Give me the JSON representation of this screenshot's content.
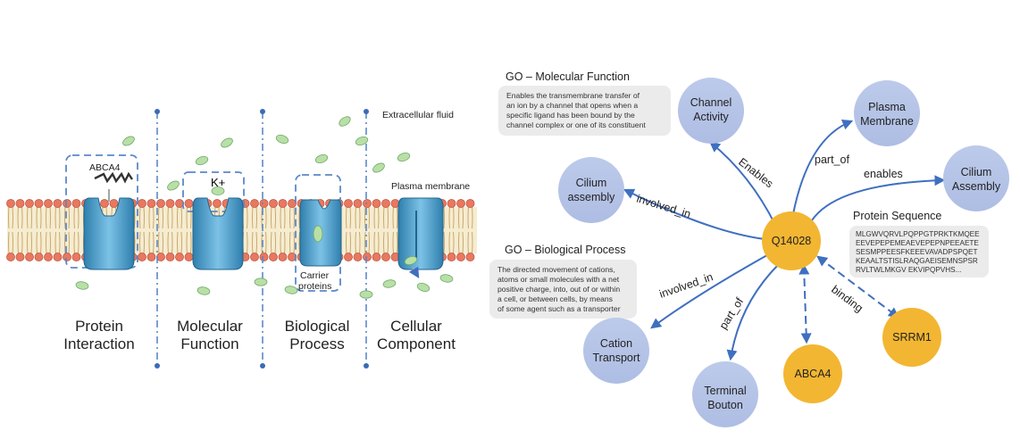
{
  "left_panel": {
    "labels": {
      "extracellular": "Extracellular fluid",
      "plasma_membrane": "Plasma membrane",
      "abca4": "ABCA4",
      "k_ion": "K+",
      "carrier": "Carrier",
      "proteins": "proteins"
    },
    "categories": [
      {
        "line1": "Protein",
        "line2": "Interaction"
      },
      {
        "line1": "Molecular",
        "line2": "Function"
      },
      {
        "line1": "Biological",
        "line2": "Process"
      },
      {
        "line1": "Cellular",
        "line2": "Component"
      }
    ]
  },
  "right_panel": {
    "go_mf": {
      "header": "GO – Molecular Function",
      "lines": [
        "Enables the transmembrane transfer of",
        "an ion by a channel that opens when a",
        "specific ligand has been bound by the",
        "channel complex or one of its constituent"
      ]
    },
    "go_bp": {
      "header": "GO – Biological Process",
      "lines": [
        "The directed movement of cations,",
        "atoms or small molecules with a net",
        "positive charge, into, out of or within",
        "a cell, or between cells, by means",
        "of some agent such as a transporter"
      ]
    },
    "protein_seq": {
      "header": "Protein Sequence",
      "lines": [
        "MLGWVQRVLPQPPGTPRKTKMQEE",
        "EEVEPEPEMEAEVEPEPNPEEAETE",
        "SESMPPEESFKEEEVAVADPSPQET",
        "KEAALTSTISLRAQGAEISEMNSPSR",
        "RVLTWLMKGV EKVIPQPVHS..."
      ]
    },
    "center_node": "Q14028",
    "nodes": {
      "channel_activity": {
        "line1": "Channel",
        "line2": "Activity"
      },
      "plasma_membrane": {
        "line1": "Plasma",
        "line2": "Membrane"
      },
      "cilium_assembly_left": {
        "line1": "Cilium",
        "line2": "assembly"
      },
      "cilium_assembly_right": {
        "line1": "Cilium",
        "line2": "Assembly"
      },
      "cation_transport": {
        "line1": "Cation",
        "line2": "Transport"
      },
      "terminal_bouton": {
        "line1": "Terminal",
        "line2": "Bouton"
      },
      "abca4": "ABCA4",
      "srrm1": "SRRM1"
    },
    "edges": {
      "enables_channel": "Enables",
      "part_of_pm": "part_of",
      "enables_cilium": "enables",
      "involved_in_cilium": "involved_in",
      "involved_in_cation": "involved_in",
      "part_of_bouton": "part_of",
      "binding": "binding"
    }
  },
  "colors": {
    "node_blue": "#b4c3e6",
    "node_gold": "#f2b632",
    "edge_blue": "#3f6fc0",
    "desc_box": "#ebebeb",
    "channel_blue": "#4aa3d4",
    "lipid_head": "#e8785f",
    "ion_green": "#b8e0a6",
    "dash_blue": "#5b88c9"
  }
}
